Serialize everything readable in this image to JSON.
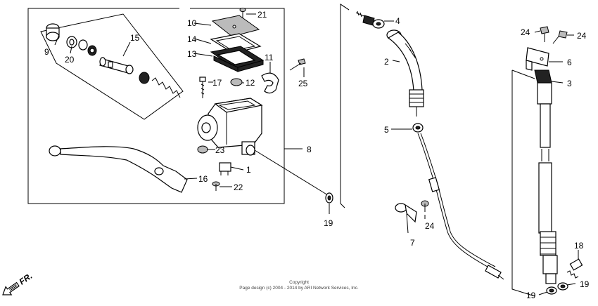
{
  "callouts": {
    "p1": "1",
    "p2": "2",
    "p3": "3",
    "p4": "4",
    "p5": "5",
    "p6": "6",
    "p7": "7",
    "p8": "8",
    "p9": "9",
    "p10": "10",
    "p11": "11",
    "p12": "12",
    "p13": "13",
    "p14": "14",
    "p15": "15",
    "p16": "16",
    "p17": "17",
    "p18": "18",
    "p19a": "19",
    "p19b": "19",
    "p19c": "19",
    "p20": "20",
    "p21": "21",
    "p22": "22",
    "p23": "23",
    "p24a": "24",
    "p24b": "24",
    "p24c": "24",
    "p25": "25"
  },
  "copyright": {
    "line1": "Copyright",
    "line2": "Page design (c) 2004 - 2014 by ARI Network Services, Inc."
  },
  "front_marker": {
    "label": "FR."
  }
}
